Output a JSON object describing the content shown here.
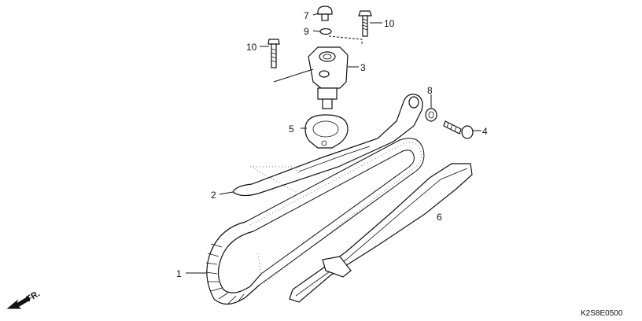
{
  "callouts": [
    {
      "id": "p7",
      "label": "7"
    },
    {
      "id": "p9",
      "label": "9"
    },
    {
      "id": "p10a",
      "label": "10"
    },
    {
      "id": "p10b",
      "label": "10"
    },
    {
      "id": "p3",
      "label": "3"
    },
    {
      "id": "p8",
      "label": "8"
    },
    {
      "id": "p5",
      "label": "5"
    },
    {
      "id": "p4",
      "label": "4"
    },
    {
      "id": "p2",
      "label": "2"
    },
    {
      "id": "p6",
      "label": "6"
    },
    {
      "id": "p1",
      "label": "1"
    }
  ],
  "direction_label": "FR.",
  "diagram_code": "K2S8E0500"
}
